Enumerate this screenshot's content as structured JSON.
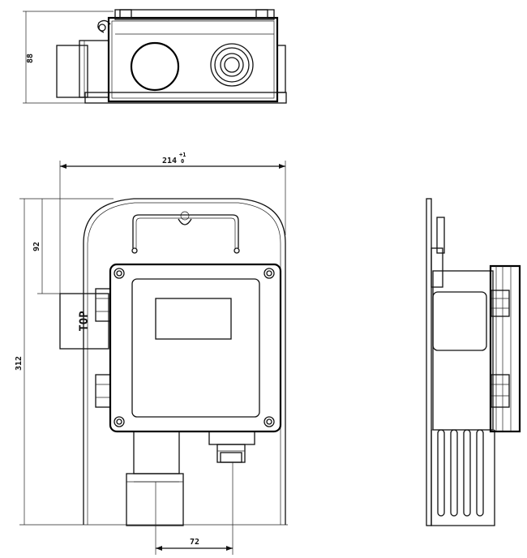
{
  "dimensions": {
    "height_top_view": "88",
    "width_base": "214",
    "width_tolerance_upper": "+1",
    "width_tolerance_lower": "0",
    "hanger_offset": "92",
    "total_height": "312",
    "port_spacing": "72"
  },
  "labels": {
    "orientation": "TOP"
  },
  "colors": {
    "line": "#111111",
    "background": "#ffffff"
  }
}
